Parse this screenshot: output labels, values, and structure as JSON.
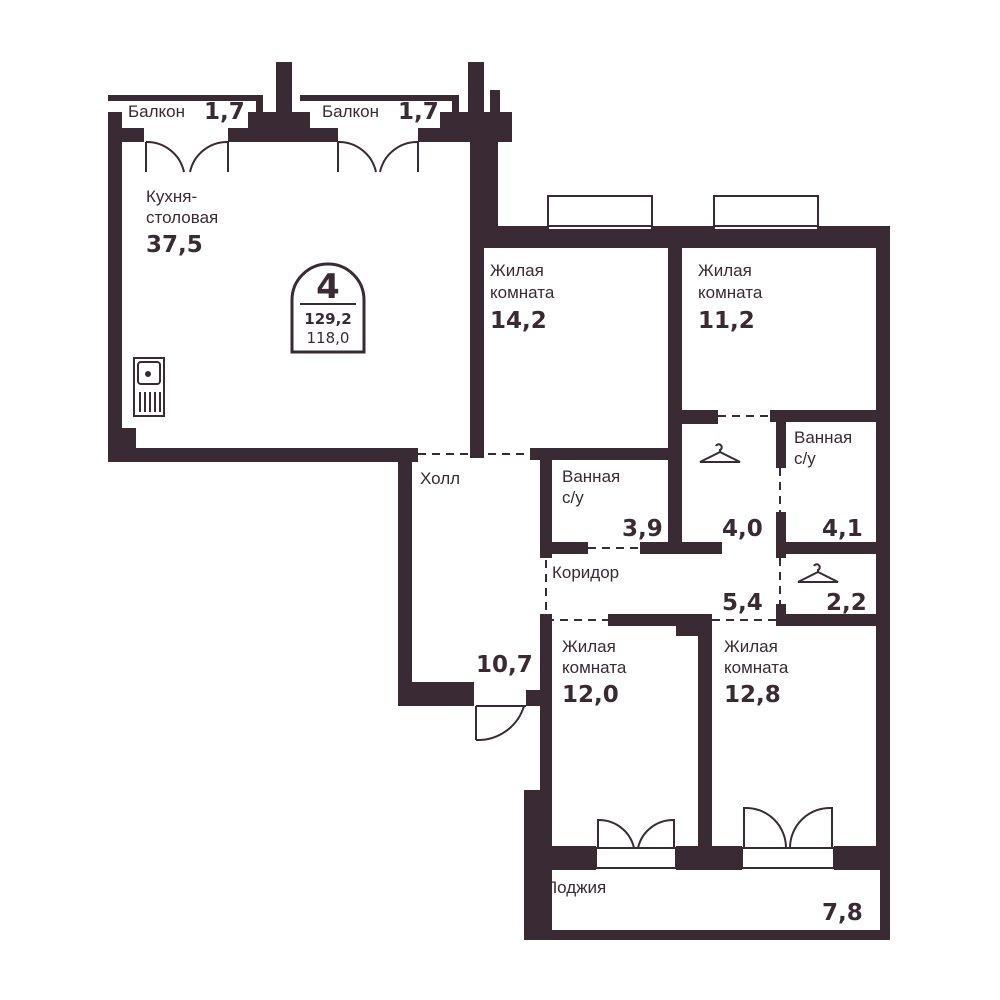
{
  "colors": {
    "wall": "#3a2a33",
    "background": "#ffffff"
  },
  "badge": {
    "rooms": "4",
    "total_area": "129,2",
    "living_area": "118,0"
  },
  "rooms": {
    "balcony_1": {
      "label": "Балкон",
      "area": "1,7"
    },
    "balcony_2": {
      "label": "Балкон",
      "area": "1,7"
    },
    "kitchen": {
      "label_line1": "Кухня-",
      "label_line2": "столовая",
      "area": "37,5"
    },
    "living_1": {
      "label_line1": "Жилая",
      "label_line2": "комната",
      "area": "14,2"
    },
    "living_2": {
      "label_line1": "Жилая",
      "label_line2": "комната",
      "area": "11,2"
    },
    "hall": {
      "label": "Холл",
      "area": "10,7"
    },
    "bathroom_1": {
      "label_line1": "Ванная",
      "label_line2": "с/у",
      "area": "3,9"
    },
    "wardrobe_1": {
      "area": "4,0"
    },
    "bathroom_2": {
      "label_line1": "Ванная",
      "label_line2": "с/у",
      "area": "4,1"
    },
    "corridor": {
      "label": "Коридор",
      "area": "5,4"
    },
    "wardrobe_2": {
      "area": "2,2"
    },
    "living_3": {
      "label_line1": "Жилая",
      "label_line2": "комната",
      "area": "12,0"
    },
    "living_4": {
      "label_line1": "Жилая",
      "label_line2": "комната",
      "area": "12,8"
    },
    "loggia": {
      "label": "Лоджия",
      "area": "7,8"
    }
  },
  "icons": {
    "sink": "kitchen-sink-icon",
    "hanger": "hanger-icon",
    "door": "door-swing-icon",
    "window": "window-icon"
  }
}
